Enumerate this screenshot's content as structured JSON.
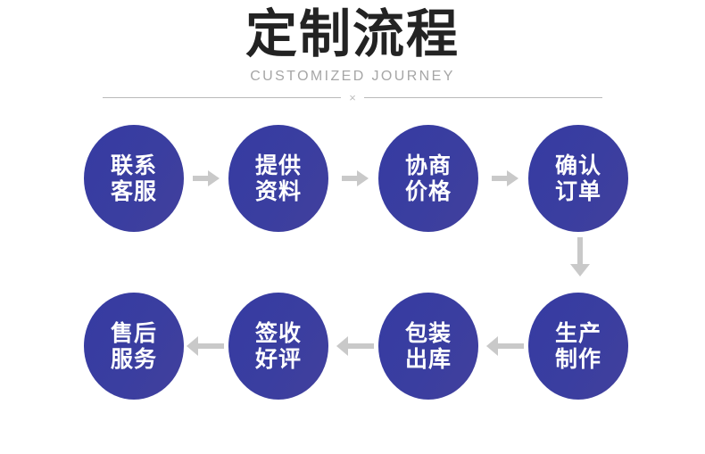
{
  "header": {
    "title": "定制流程",
    "subtitle": "CUSTOMIZED JOURNEY",
    "divider_mark": "×"
  },
  "colors": {
    "node_fill": "#3b3f9e",
    "node_text": "#ffffff",
    "arrow": "#c9c9c9",
    "title_text": "#232323",
    "subtitle_text": "#a6a6a6",
    "divider_line": "#b9b9b9",
    "background": "#ffffff"
  },
  "flow": {
    "top_row": {
      "direction": "left-to-right",
      "nodes": [
        {
          "line1": "联系",
          "line2": "客服"
        },
        {
          "line1": "提供",
          "line2": "资料"
        },
        {
          "line1": "协商",
          "line2": "价格"
        },
        {
          "line1": "确认",
          "line2": "订单"
        }
      ],
      "connectors": [
        {
          "icon": "arrow-right-icon"
        },
        {
          "icon": "arrow-right-icon"
        },
        {
          "icon": "arrow-right-icon"
        }
      ]
    },
    "vertical_connector": {
      "icon": "arrow-down-icon"
    },
    "bottom_row": {
      "direction": "right-to-left",
      "nodes": [
        {
          "line1": "售后",
          "line2": "服务"
        },
        {
          "line1": "签收",
          "line2": "好评"
        },
        {
          "line1": "包装",
          "line2": "出库"
        },
        {
          "line1": "生产",
          "line2": "制作"
        }
      ],
      "connectors": [
        {
          "icon": "arrow-left-icon"
        },
        {
          "icon": "arrow-left-icon"
        },
        {
          "icon": "arrow-left-icon"
        }
      ]
    }
  }
}
